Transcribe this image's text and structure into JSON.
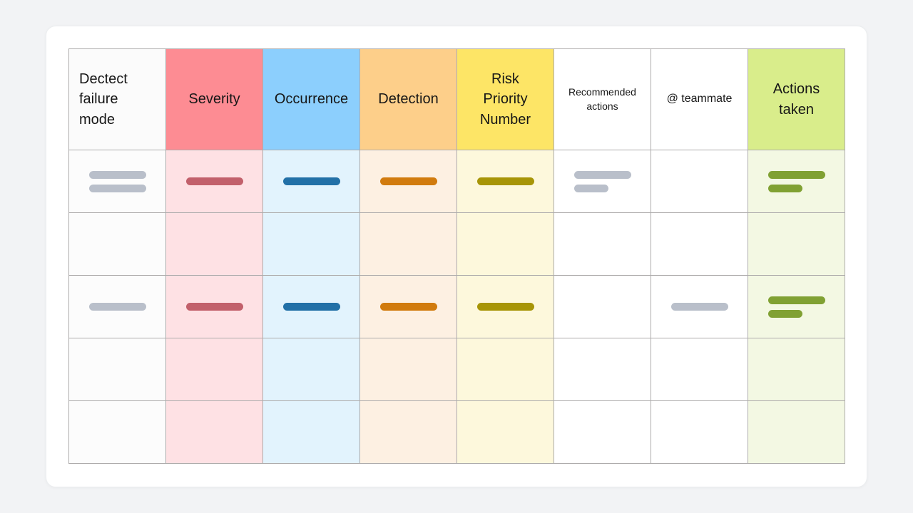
{
  "canvas": {
    "page_background": "#f2f3f5",
    "card_background": "#ffffff",
    "grid_line_color": "#aeacac",
    "text_color": "#161616"
  },
  "table": {
    "columns": [
      {
        "id": "failure-mode",
        "label": "Dectect\nfailure\nmode",
        "header_bg": "#fbfbfb",
        "body_bg": "#fcfcfc",
        "pill_color": "#b9bfca",
        "header_font_size": 20,
        "header_align": "left"
      },
      {
        "id": "severity",
        "label": "Severity",
        "header_bg": "#fd8c93",
        "body_bg": "#fee1e4",
        "pill_color": "#c2606b",
        "header_font_size": 20,
        "header_align": "center"
      },
      {
        "id": "occurrence",
        "label": "Occurrence",
        "header_bg": "#8ccffd",
        "body_bg": "#e2f3fd",
        "pill_color": "#2270a7",
        "header_font_size": 20,
        "header_align": "center"
      },
      {
        "id": "detection",
        "label": "Detection",
        "header_bg": "#fdcf8a",
        "body_bg": "#fdf0e2",
        "pill_color": "#d17b0e",
        "header_font_size": 20,
        "header_align": "center"
      },
      {
        "id": "risk-priority-number",
        "label": "Risk\nPriority\nNumber",
        "header_bg": "#fde566",
        "body_bg": "#fdf8dc",
        "pill_color": "#a79507",
        "header_font_size": 20,
        "header_align": "center"
      },
      {
        "id": "recommended-actions",
        "label": "Recommended\nactions",
        "header_bg": "#ffffff",
        "body_bg": "#ffffff",
        "pill_color": "#b9bfca",
        "header_font_size": 14,
        "header_align": "center"
      },
      {
        "id": "teammate",
        "label": "@ teammate",
        "header_bg": "#ffffff",
        "body_bg": "#ffffff",
        "pill_color": "#b9bfca",
        "header_font_size": 16,
        "header_align": "center"
      },
      {
        "id": "actions-taken",
        "label": "Actions\ntaken",
        "header_bg": "#d9ed8b",
        "body_bg": "#f3f8e3",
        "pill_color": "#80a133",
        "header_font_size": 20,
        "header_align": "center"
      }
    ],
    "rows": [
      {
        "cells": [
          [
            "long",
            "long"
          ],
          [
            "long"
          ],
          [
            "long"
          ],
          [
            "long"
          ],
          [
            "long"
          ],
          [
            "long",
            "short"
          ],
          [],
          [
            "long",
            "short"
          ]
        ]
      },
      {
        "cells": [
          [],
          [],
          [],
          [],
          [],
          [],
          [],
          []
        ]
      },
      {
        "cells": [
          [
            "long"
          ],
          [
            "long"
          ],
          [
            "long"
          ],
          [
            "long"
          ],
          [
            "long"
          ],
          [],
          [
            "long"
          ],
          [
            "long",
            "short"
          ]
        ]
      },
      {
        "cells": [
          [],
          [],
          [],
          [],
          [],
          [],
          [],
          []
        ]
      },
      {
        "cells": [
          [],
          [],
          [],
          [],
          [],
          [],
          [],
          []
        ]
      }
    ]
  }
}
